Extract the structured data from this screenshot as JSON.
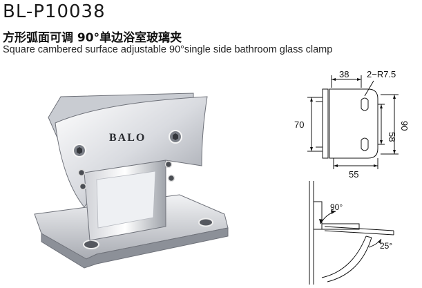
{
  "header": {
    "model": "BL-P10038",
    "title_cn": "方形弧面可调 90°单边浴室玻璃夹",
    "title_en": "Square cambered surface adjustable 90°single side bathroom glass clamp"
  },
  "product": {
    "brand": "BALO"
  },
  "drawing_top": {
    "dim_width_top": "38",
    "dim_radius": "2−R7.5",
    "dim_height_left": "70",
    "dim_height_inner": "58",
    "dim_height_total": "90",
    "dim_width_bottom": "55"
  },
  "drawing_bottom": {
    "angle_open": "90°",
    "angle_adjust": "25°"
  },
  "colors": {
    "text": "#111111",
    "metal_light": "#f4f4f6",
    "metal_dark": "#8a8d94"
  }
}
